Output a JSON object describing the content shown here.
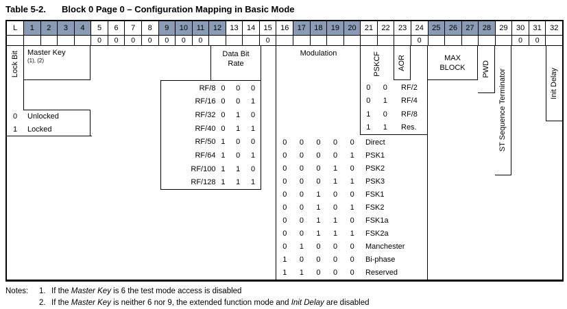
{
  "title": {
    "label": "Table 5-2.",
    "text": "Block 0 Page 0 – Configuration Mapping in Basic Mode"
  },
  "colors": {
    "shaded_header": "#8a9cb5",
    "line": "#000000"
  },
  "header": {
    "lock_col": "L",
    "bits": [
      "1",
      "2",
      "3",
      "4",
      "5",
      "6",
      "7",
      "8",
      "9",
      "10",
      "11",
      "12",
      "13",
      "14",
      "15",
      "16",
      "17",
      "18",
      "19",
      "20",
      "21",
      "22",
      "23",
      "24",
      "25",
      "26",
      "27",
      "28",
      "29",
      "30",
      "31",
      "32"
    ],
    "shaded_groups": [
      [
        1,
        4
      ],
      [
        9,
        12
      ],
      [
        17,
        20
      ],
      [
        25,
        28
      ]
    ]
  },
  "preset_row": {
    "cells": [
      "",
      "",
      "",
      "",
      "",
      "0",
      "0",
      "0",
      "0",
      "0",
      "0",
      "0",
      "",
      "",
      "",
      "0",
      "",
      "",
      "",
      "",
      "",
      "",
      "",
      "",
      "0",
      "",
      "",
      "",
      "",
      "",
      "0",
      "0",
      ""
    ]
  },
  "lock_bit": {
    "vertical_label": "Lock Bit",
    "rows": [
      {
        "value": "0",
        "label": "Unlocked"
      },
      {
        "value": "1",
        "label": "Locked"
      }
    ]
  },
  "master_key": {
    "label": "Master Key",
    "footnote_refs": "(1), (2)"
  },
  "data_bit_rate": {
    "label": "Data Bit Rate",
    "rows": [
      {
        "label": "RF/8",
        "bits": [
          "0",
          "0",
          "0"
        ]
      },
      {
        "label": "RF/16",
        "bits": [
          "0",
          "0",
          "1"
        ]
      },
      {
        "label": "RF/32",
        "bits": [
          "0",
          "1",
          "0"
        ]
      },
      {
        "label": "RF/40",
        "bits": [
          "0",
          "1",
          "1"
        ]
      },
      {
        "label": "RF/50",
        "bits": [
          "1",
          "0",
          "0"
        ]
      },
      {
        "label": "RF/64",
        "bits": [
          "1",
          "0",
          "1"
        ]
      },
      {
        "label": "RF/100",
        "bits": [
          "1",
          "1",
          "0"
        ]
      },
      {
        "label": "RF/128",
        "bits": [
          "1",
          "1",
          "1"
        ]
      }
    ]
  },
  "modulation": {
    "label": "Modulation",
    "rows": [
      {
        "bits": [
          "0",
          "0",
          "0",
          "0",
          "0"
        ],
        "label": "Direct"
      },
      {
        "bits": [
          "0",
          "0",
          "0",
          "0",
          "1"
        ],
        "label": "PSK1"
      },
      {
        "bits": [
          "0",
          "0",
          "0",
          "1",
          "0"
        ],
        "label": "PSK2"
      },
      {
        "bits": [
          "0",
          "0",
          "0",
          "1",
          "1"
        ],
        "label": "PSK3"
      },
      {
        "bits": [
          "0",
          "0",
          "1",
          "0",
          "0"
        ],
        "label": "FSK1"
      },
      {
        "bits": [
          "0",
          "0",
          "1",
          "0",
          "1"
        ],
        "label": "FSK2"
      },
      {
        "bits": [
          "0",
          "0",
          "1",
          "1",
          "0"
        ],
        "label": "FSK1a"
      },
      {
        "bits": [
          "0",
          "0",
          "1",
          "1",
          "1"
        ],
        "label": "FSK2a"
      },
      {
        "bits": [
          "0",
          "1",
          "0",
          "0",
          "0"
        ],
        "label": "Manchester"
      },
      {
        "bits": [
          "1",
          "0",
          "0",
          "0",
          "0"
        ],
        "label": "Bi-phase"
      },
      {
        "bits": [
          "1",
          "1",
          "0",
          "0",
          "0"
        ],
        "label": "Reserved"
      }
    ]
  },
  "pskcf": {
    "vertical_label": "PSKCF",
    "rows": [
      {
        "bits": [
          "0",
          "0"
        ],
        "label": "RF/2"
      },
      {
        "bits": [
          "0",
          "1"
        ],
        "label": "RF/4"
      },
      {
        "bits": [
          "1",
          "0"
        ],
        "label": "RF/8"
      },
      {
        "bits": [
          "1",
          "1"
        ],
        "label": "Res."
      }
    ]
  },
  "aor": {
    "vertical_label": "AOR"
  },
  "max_block": {
    "lines": [
      "MAX",
      "BLOCK"
    ]
  },
  "pwd": {
    "vertical_label": "PWD"
  },
  "st_terminator": {
    "vertical_label": "ST Sequence Terminator"
  },
  "init_delay": {
    "vertical_label": "Init Delay"
  },
  "notes": {
    "label": "Notes:",
    "items": [
      {
        "num": "1.",
        "segments": [
          {
            "t": "If the "
          },
          {
            "t": "Master Key",
            "i": true
          },
          {
            "t": " is 6 the test mode access is disabled"
          }
        ]
      },
      {
        "num": "2.",
        "segments": [
          {
            "t": "If the "
          },
          {
            "t": "Master Key",
            "i": true
          },
          {
            "t": " is neither 6 nor 9, the extended function mode and "
          },
          {
            "t": "Init Delay",
            "i": true
          },
          {
            "t": " are disabled"
          }
        ]
      }
    ]
  }
}
